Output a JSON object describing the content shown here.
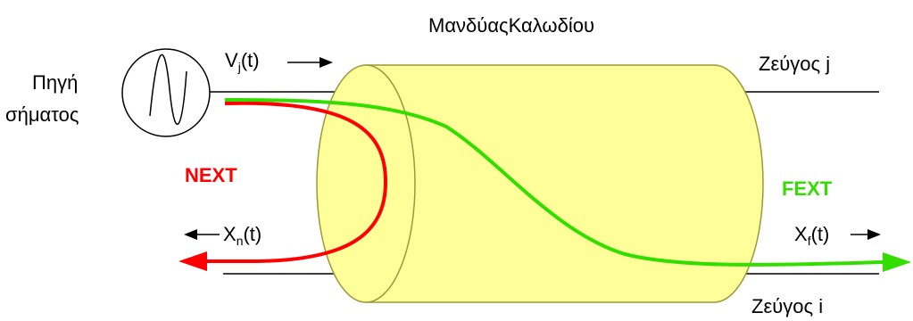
{
  "labels": {
    "cable_jacket": "ΜανδύαςΚαλωδίου",
    "signal_source_line1": "Πηγή",
    "signal_source_line2": "σήματος",
    "pair_j": "Ζεύγος j",
    "pair_i": "Ζεύγος i",
    "next": "NEXT",
    "fext": "FEXT",
    "vj_main": "V",
    "vj_sub": "j",
    "vj_arg": "(t)",
    "xn_main": "X",
    "xn_sub": "n",
    "xn_arg": "(t)",
    "xf_main": "X",
    "xf_sub": "f",
    "xf_arg": "(t)"
  },
  "colors": {
    "cable_fill": "#ffff99",
    "cable_outline": "#99993a",
    "next": "#ff0000",
    "fext": "#33dd00",
    "wire": "#000000"
  }
}
